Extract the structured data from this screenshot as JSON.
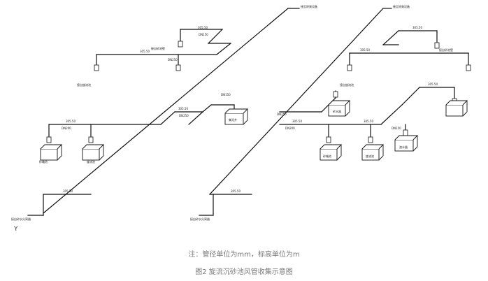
{
  "labels": {
    "outlet_left": "接至除臭设备",
    "outlet_right": "接至除臭设备",
    "ref_elev": "305.50",
    "pipe_dn250": "DN250",
    "pipe_dn150": "DN150",
    "pipe_dn200": "DN200",
    "equip_left_a": "砂箱池",
    "equip_left_b": "旋流池",
    "equip_center": "集泥井",
    "equip_right_a": "砂水器",
    "equip_right_b": "砂箱池",
    "equip_right_c": "旋流池",
    "equip_right_d": "渣水器",
    "branch_note_a": "接自砂池壁",
    "branch_note_b": "接自旋流池",
    "branch_note_c": "接自砂水分离器"
  },
  "axis_label": "Y",
  "note": "注：管径单位为mm，标高单位为m",
  "caption": "图2 旋流沉砂池风管收集示意图"
}
